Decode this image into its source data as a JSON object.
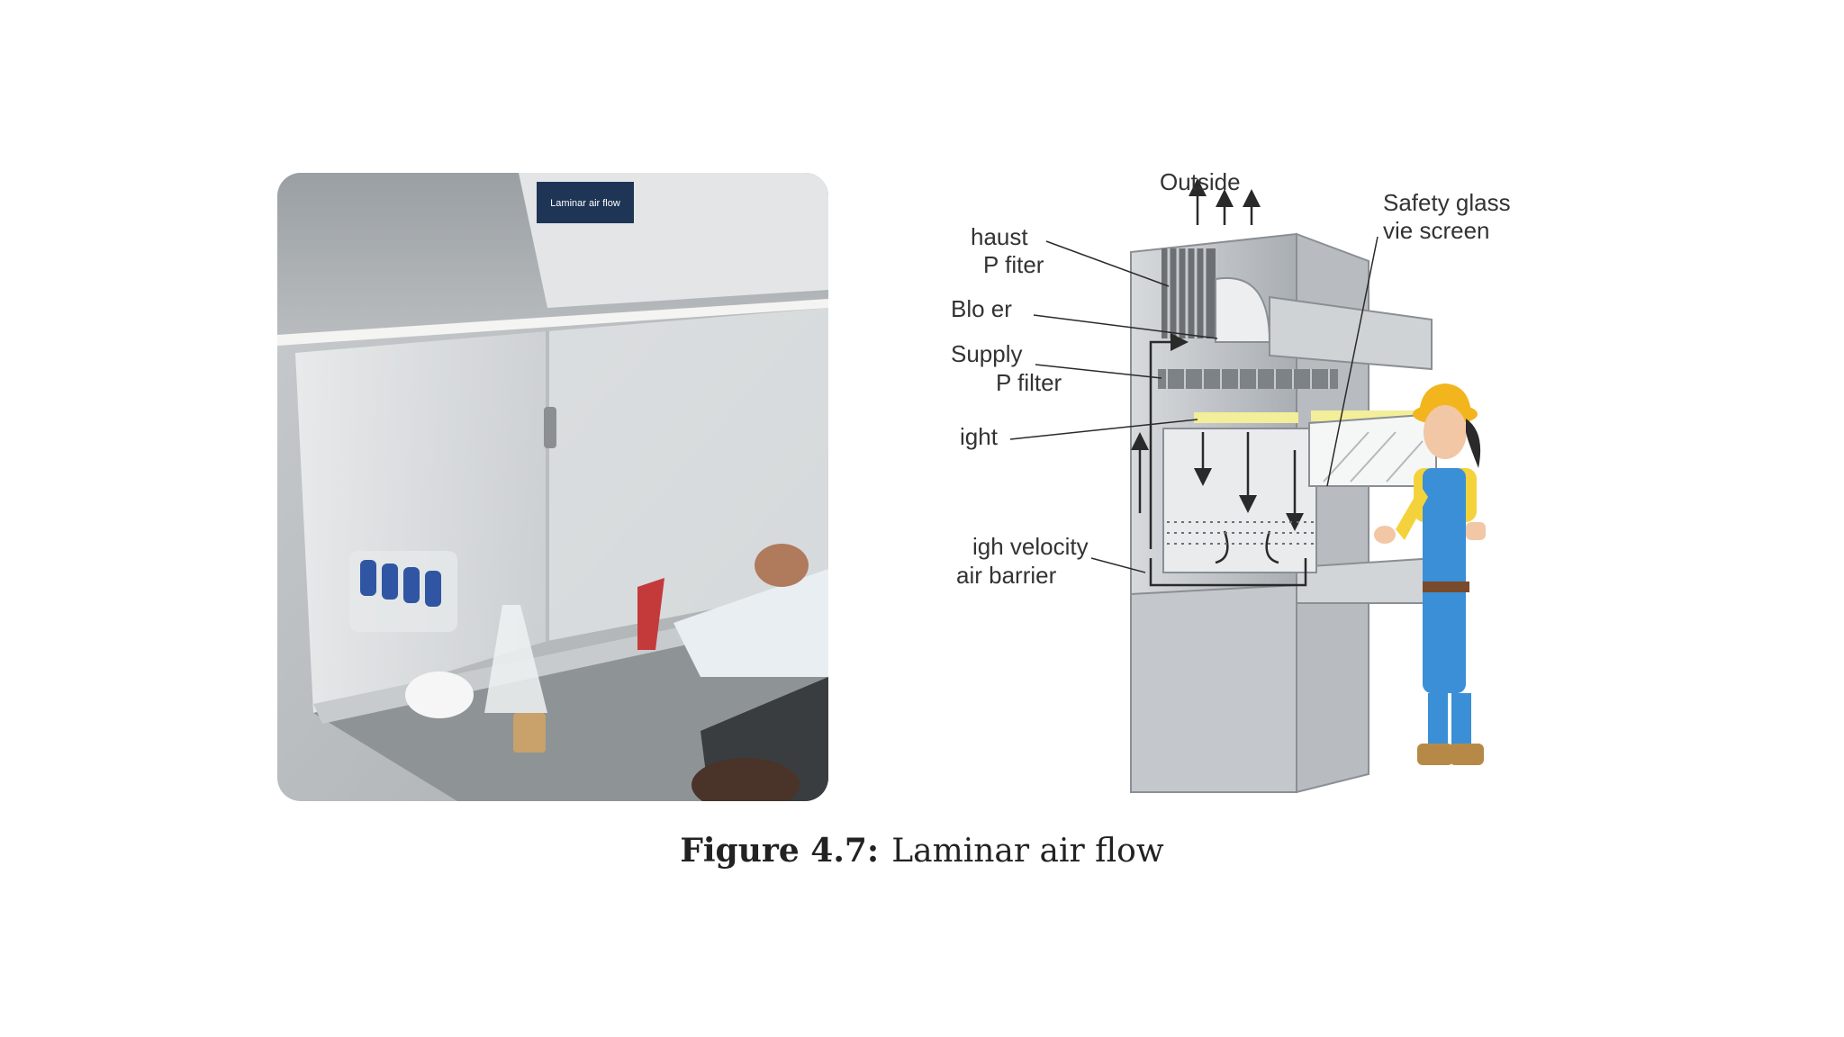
{
  "photo": {
    "sign_text": "Laminar air flow"
  },
  "diagram": {
    "labels": {
      "outside": "Outside",
      "safety_glass_1": "Safety glass",
      "safety_glass_2": "vie   screen",
      "exhaust_1": "haust",
      "exhaust_2": "P    fiter",
      "blower": "Blo    er",
      "supply_1": "Supply",
      "supply_2": "P    filter",
      "light": "ight",
      "barrier_1": "igh velocity",
      "barrier_2": "air barrier"
    }
  },
  "caption": {
    "figure_number": "Figure 4.7:",
    "title": "Laminar air flow"
  },
  "colors": {
    "cabinet": "#c9cdd1",
    "cabinet_dark": "#9ea4aa",
    "light_bar": "#f2ee9a",
    "overalls": "#3a8fd6",
    "shirt": "#f4d23c",
    "hat": "#f2b51e"
  }
}
